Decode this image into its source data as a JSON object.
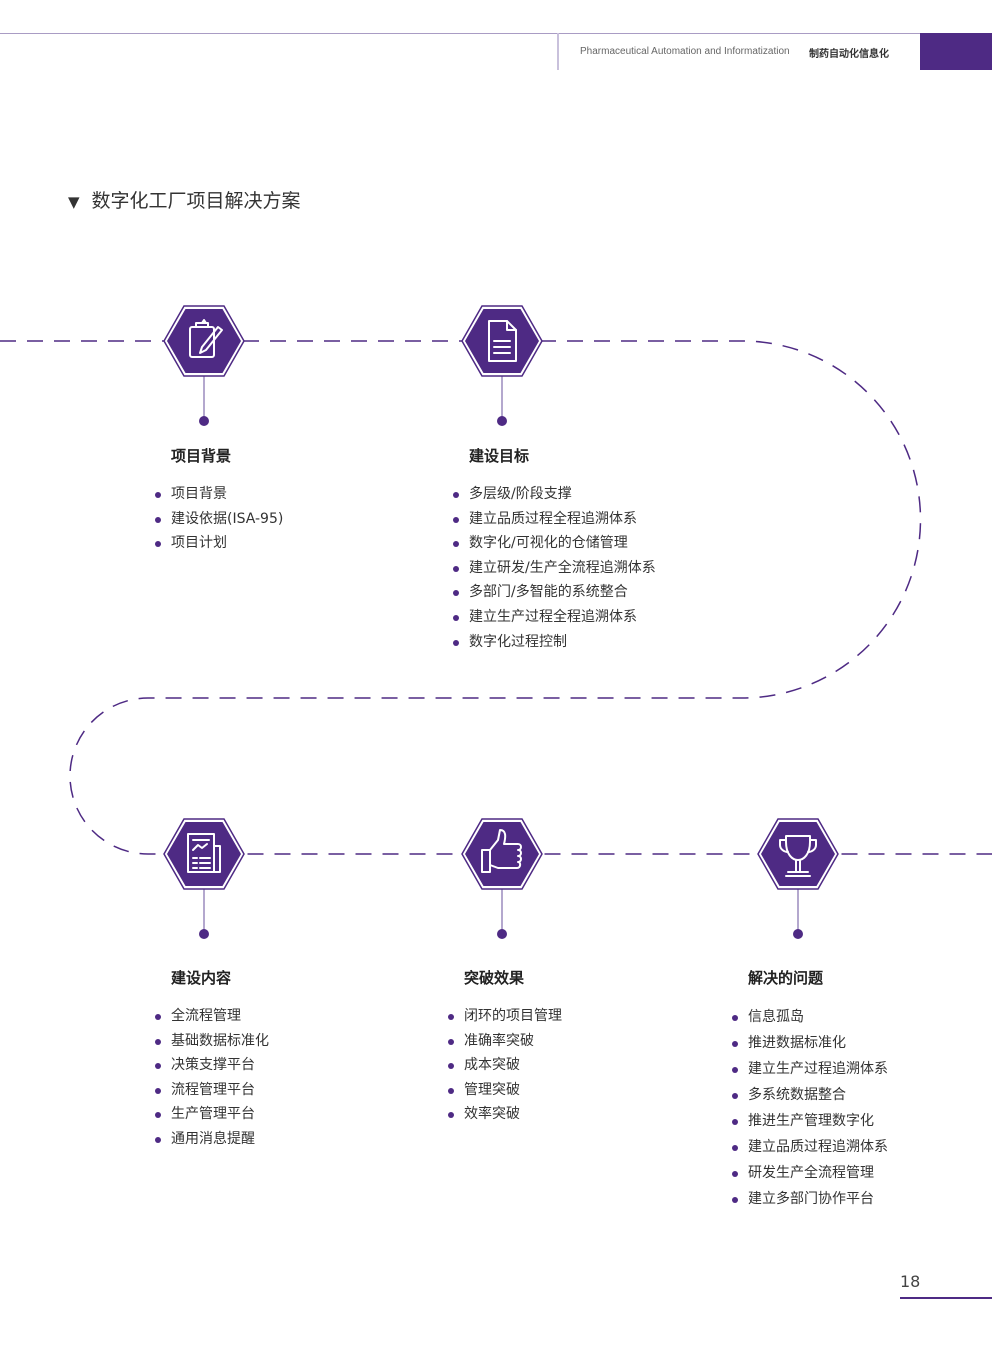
{
  "header": {
    "journal_en": "Pharmaceutical Automation and Informatization",
    "journal_cn": "制药自动化信息化",
    "accent_color": "#4e2a84"
  },
  "section_title": "数字化工厂项目解决方案",
  "section_marker": "▼",
  "nodes": [
    {
      "icon": "clipboard-pen-icon",
      "title": "项目背景",
      "items": [
        "项目背景",
        "建设依据(ISA-95)",
        "项目计划"
      ]
    },
    {
      "icon": "document-icon",
      "title": "建设目标",
      "items": [
        "多层级/阶段支撑",
        "建立品质过程全程追溯体系",
        "数字化/可视化的仓储管理",
        "建立研发/生产全流程追溯体系",
        "多部门/多智能的系统整合",
        "建立生产过程全程追溯体系",
        "数字化过程控制"
      ]
    },
    {
      "icon": "report-icon",
      "title": "建设内容",
      "items": [
        "全流程管理",
        "基础数据标准化",
        "决策支撑平台",
        "流程管理平台",
        "生产管理平台",
        "通用消息提醒"
      ]
    },
    {
      "icon": "thumbs-up-icon",
      "title": "突破效果",
      "items": [
        "闭环的项目管理",
        "准确率突破",
        "成本突破",
        "管理突破",
        "效率突破"
      ]
    },
    {
      "icon": "trophy-icon",
      "title": "解决的问题",
      "items": [
        "信息孤岛",
        "推进数据标准化",
        "建立生产过程追溯体系",
        "多系统数据整合",
        "推进生产管理数字化",
        "建立品质过程追溯体系",
        "研发生产全流程管理",
        "建立多部门协作平台"
      ]
    }
  ],
  "page_number": "18"
}
